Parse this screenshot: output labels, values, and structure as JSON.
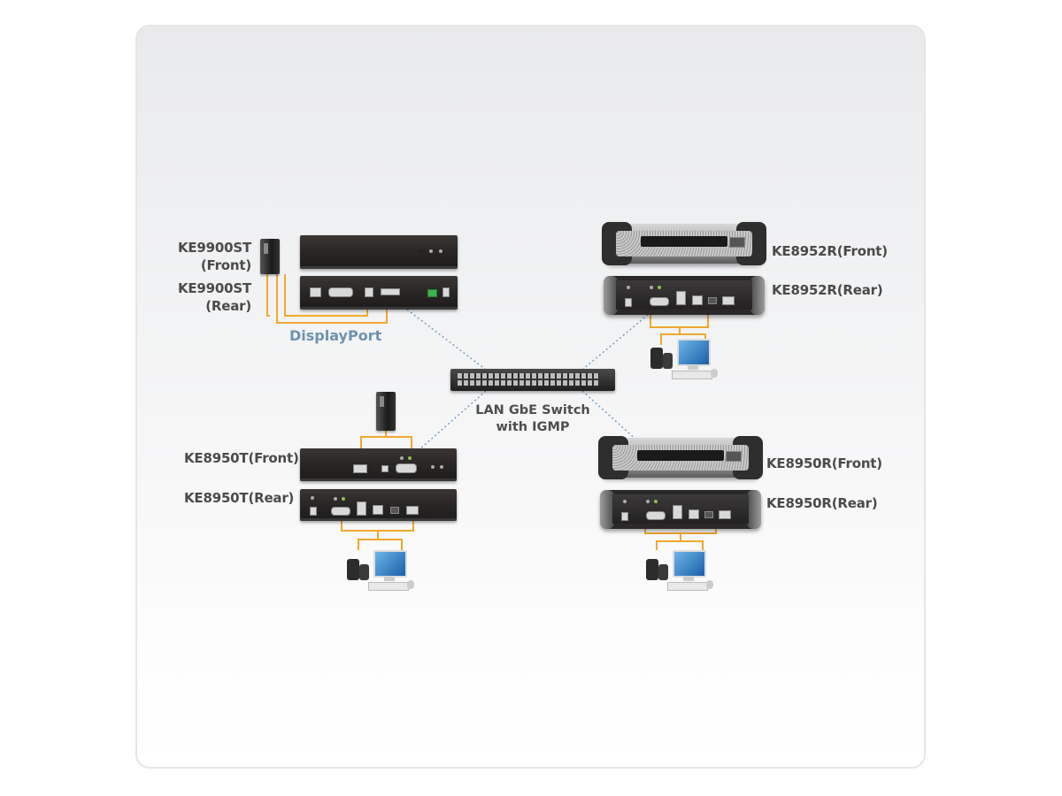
{
  "diagram": {
    "type": "network-topology",
    "devices": {
      "ke9900st_front": {
        "label_line1": "KE9900ST",
        "label_line2": "(Front)"
      },
      "ke9900st_rear": {
        "label_line1": "KE9900ST",
        "label_line2": "(Rear)"
      },
      "ke8952r_front": {
        "label": "KE8952R(Front)"
      },
      "ke8952r_rear": {
        "label": "KE8952R(Rear)"
      },
      "ke8950t_front": {
        "label": "KE8950T(Front)"
      },
      "ke8950t_rear": {
        "label": "KE8950T(Rear)"
      },
      "ke8950r_front": {
        "label": "KE8950R(Front)"
      },
      "ke8950r_rear": {
        "label": "KE8950R(Rear)"
      }
    },
    "switch": {
      "label_line1": "LAN GbE Switch",
      "label_line2": "with IGMP"
    },
    "connection_label": "DisplayPort",
    "colors": {
      "cable_orange": "#f0a830",
      "network_dotted_blue": "#6a9ac0",
      "label_text": "#4a4a4a",
      "displayport_text": "#6c93b0"
    },
    "links": [
      {
        "from": "KE9900ST(Rear)",
        "to": "LAN GbE Switch",
        "style": "dotted"
      },
      {
        "from": "LAN GbE Switch",
        "to": "KE8952R(Rear)",
        "style": "dotted"
      },
      {
        "from": "LAN GbE Switch",
        "to": "KE8950T(Front)",
        "style": "dotted"
      },
      {
        "from": "LAN GbE Switch",
        "to": "KE8950R(Front)",
        "style": "dotted"
      },
      {
        "from": "PC",
        "to": "KE9900ST(Rear)",
        "style": "cable",
        "label": "DisplayPort"
      },
      {
        "from": "PC",
        "to": "KE8950T(Front)",
        "style": "cable"
      },
      {
        "from": "KE8950T(Rear)",
        "to": "Console",
        "style": "cable"
      },
      {
        "from": "KE8952R(Rear)",
        "to": "Console",
        "style": "cable"
      },
      {
        "from": "KE8950R(Rear)",
        "to": "Console",
        "style": "cable"
      }
    ]
  }
}
